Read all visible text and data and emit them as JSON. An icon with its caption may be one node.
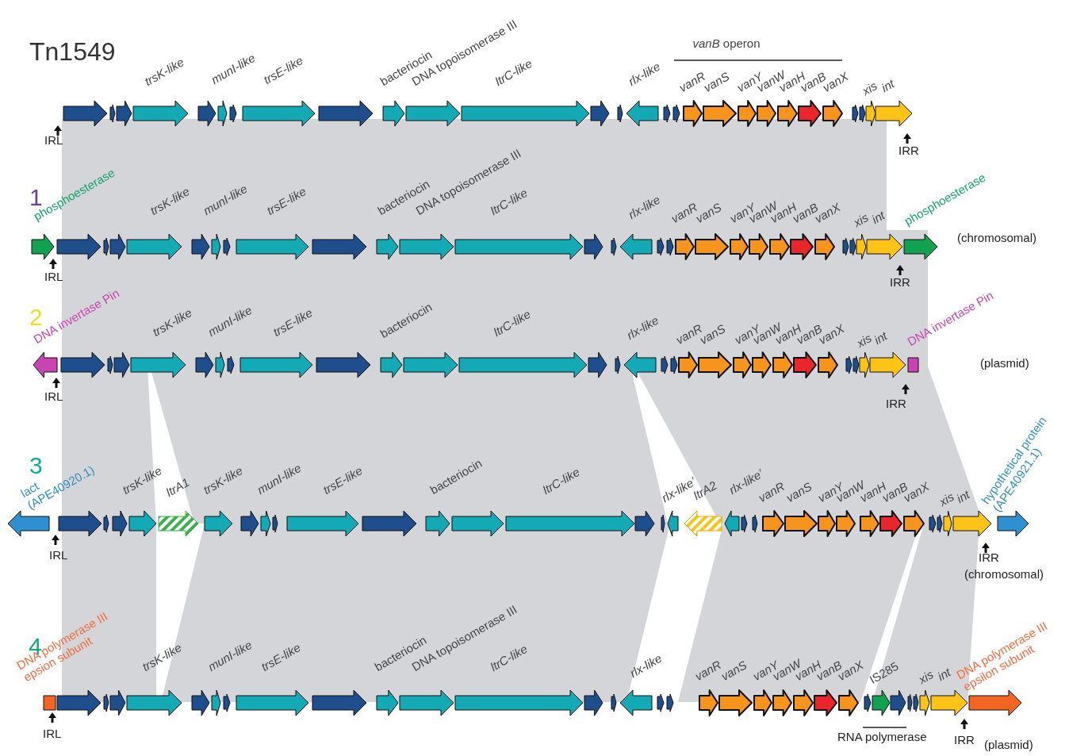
{
  "diagram": {
    "title": "Tn1549",
    "labels": [
      "*vanB* operon",
      "IRL",
      "trsK-like",
      "munI-like",
      "trsE-like",
      "bacteriocin",
      "DNA topoisomerase III",
      "ltrC-like",
      "rlx-like",
      "vanR",
      "vanS",
      "vanY",
      "vanW",
      "vanH",
      "vanB",
      "vanX",
      "xis",
      "int",
      "IRR",
      "1",
      "phosphoesterase",
      "IRL",
      "trsK-like",
      "munI-like",
      "trsE-like",
      "bacteriocin",
      "DNA topoisomerase III",
      "ltrC-like",
      "rlx-like",
      "vanR",
      "vanS",
      "vanY",
      "vanW",
      "vanH",
      "vanB",
      "vanX",
      "xis",
      "int",
      "IRR",
      "phosphoesterase",
      "(chromosomal)",
      "2",
      "DNA invertase Pin",
      "IRL",
      "trsK-like",
      "munI-like",
      "trsE-like",
      "bacteriocin",
      "ltrC-like",
      "rlx-like",
      "vanR",
      "vanS",
      "vanY",
      "vanW",
      "vanH",
      "vanB",
      "vanX",
      "xis",
      "int",
      "IRR",
      "DNA invertase Pin",
      "(plasmid)",
      "3",
      "lact (APE40920.1)",
      "IRL",
      "trsK-like",
      "ltrA1",
      "trsK-like",
      "munI-like",
      "trsE-like",
      "bacteriocin",
      "ltrC-like",
      "rlx-like’",
      "ltrA2",
      "rlx-like’",
      "vanR",
      "vanS",
      "vanY",
      "vanW",
      "vanH",
      "vanB",
      "vanX",
      "xis",
      "int",
      "IRR",
      "(chromosomal)",
      "hypothetical protein (APE40921.1)",
      "4",
      "DNA polymerase III epsion subunit",
      "IRL",
      "trsK-like",
      "munI-like",
      "trsE-like",
      "bacteriocin",
      "DNA topoisomerase III",
      "ltrC-like",
      "rlx-like",
      "vanR",
      "vanS",
      "vanY",
      "vanW",
      "vanH",
      "vanB",
      "vanX",
      "IS285",
      "RNA polymerase",
      "xis",
      "int",
      "IRR",
      "DNA polymerase III epsilon subunit",
      "(plasmid)"
    ]
  }
}
